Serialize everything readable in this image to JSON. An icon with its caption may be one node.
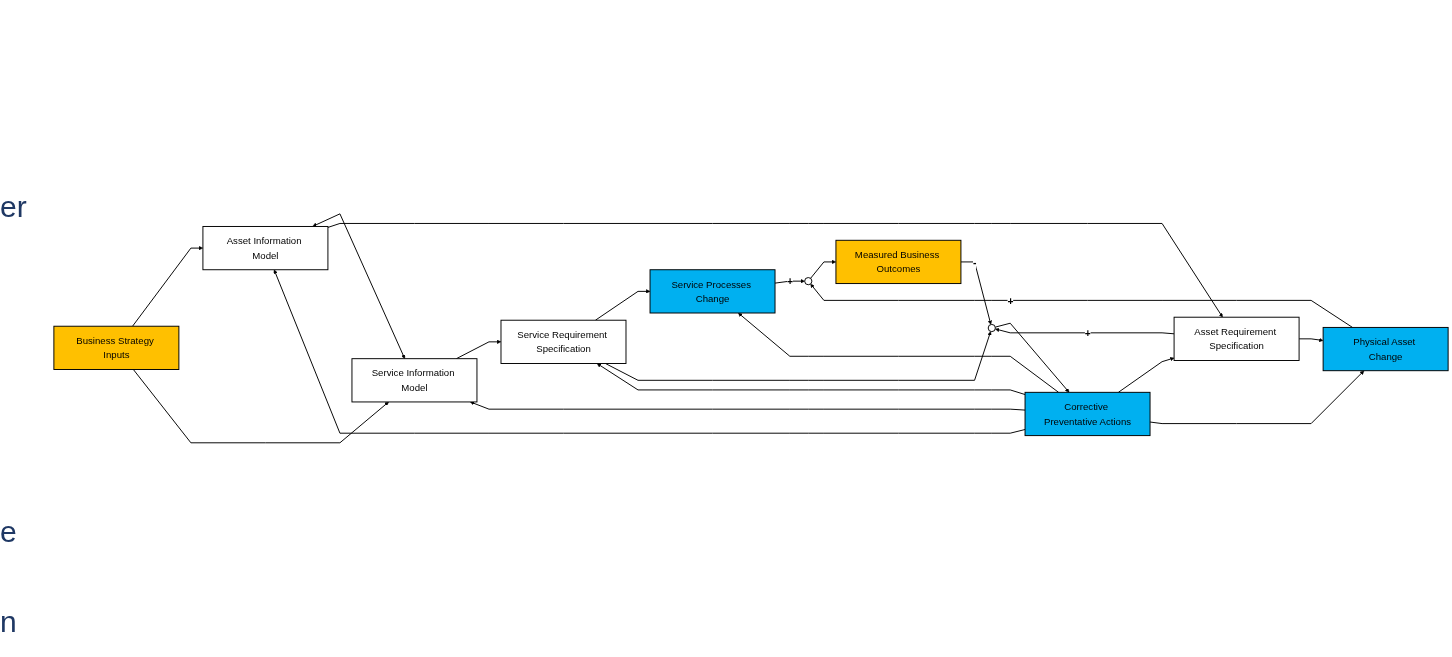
{
  "diagram": {
    "nodes": [
      {
        "text": [
          "Business Strategy Inputs"
        ]
      },
      {
        "text": [
          "Asset Information Model"
        ]
      },
      {
        "text": [
          "Asset Requirement Specification"
        ]
      },
      {
        "text": [
          "Physical Asset Change"
        ]
      },
      {
        "text": [
          "Service Information Model"
        ]
      },
      {
        "text": [
          "Service Requirement Specification"
        ]
      },
      {
        "text": [
          "Service Processes Change"
        ]
      },
      {
        "text": [],
        "shape": "circle"
      },
      {
        "text": [
          "Measured Business Outcomes"
        ]
      },
      {
        "text": [],
        "shape": "circle"
      },
      {
        "text": [
          "Corrective Preventative Actions"
        ]
      }
    ],
    "edges": [
      {
        "from": 0,
        "to": 1,
        "arrow": "to"
      },
      {
        "from": 0,
        "to": 4,
        "arrow": "to"
      },
      {
        "from": 1,
        "to": 4,
        "arrow": "both"
      },
      {
        "from": 1,
        "to": 2,
        "arrow": "to"
      },
      {
        "from": 2,
        "to": 3,
        "arrow": "to"
      },
      {
        "from": 4,
        "to": 5,
        "arrow": "to"
      },
      {
        "from": 5,
        "to": 6,
        "arrow": "to"
      },
      {
        "from": 3,
        "to": 7,
        "arrow": "to",
        "label": "+"
      },
      {
        "from": 6,
        "to": 7,
        "arrow": "to",
        "label": "+"
      },
      {
        "from": 7,
        "to": 8,
        "arrow": "to"
      },
      {
        "from": 2,
        "to": 9,
        "arrow": "to",
        "label": "+"
      },
      {
        "from": 5,
        "to": 9,
        "arrow": "to"
      },
      {
        "from": 8,
        "to": 9,
        "arrow": "to",
        "label": "-"
      },
      {
        "from": 9,
        "to": 10,
        "arrow": "to"
      },
      {
        "from": 10,
        "to": 1,
        "arrow": "to"
      },
      {
        "from": 10,
        "to": 2,
        "arrow": "to"
      },
      {
        "from": 10,
        "to": 3,
        "arrow": "to"
      },
      {
        "from": 10,
        "to": 4,
        "arrow": "to"
      },
      {
        "from": 10,
        "to": 5,
        "arrow": "to"
      },
      {
        "from": 10,
        "to": 6,
        "arrow": "to"
      }
    ],
    "labels": [
      "er",
      "e",
      "n"
    ]
  }
}
